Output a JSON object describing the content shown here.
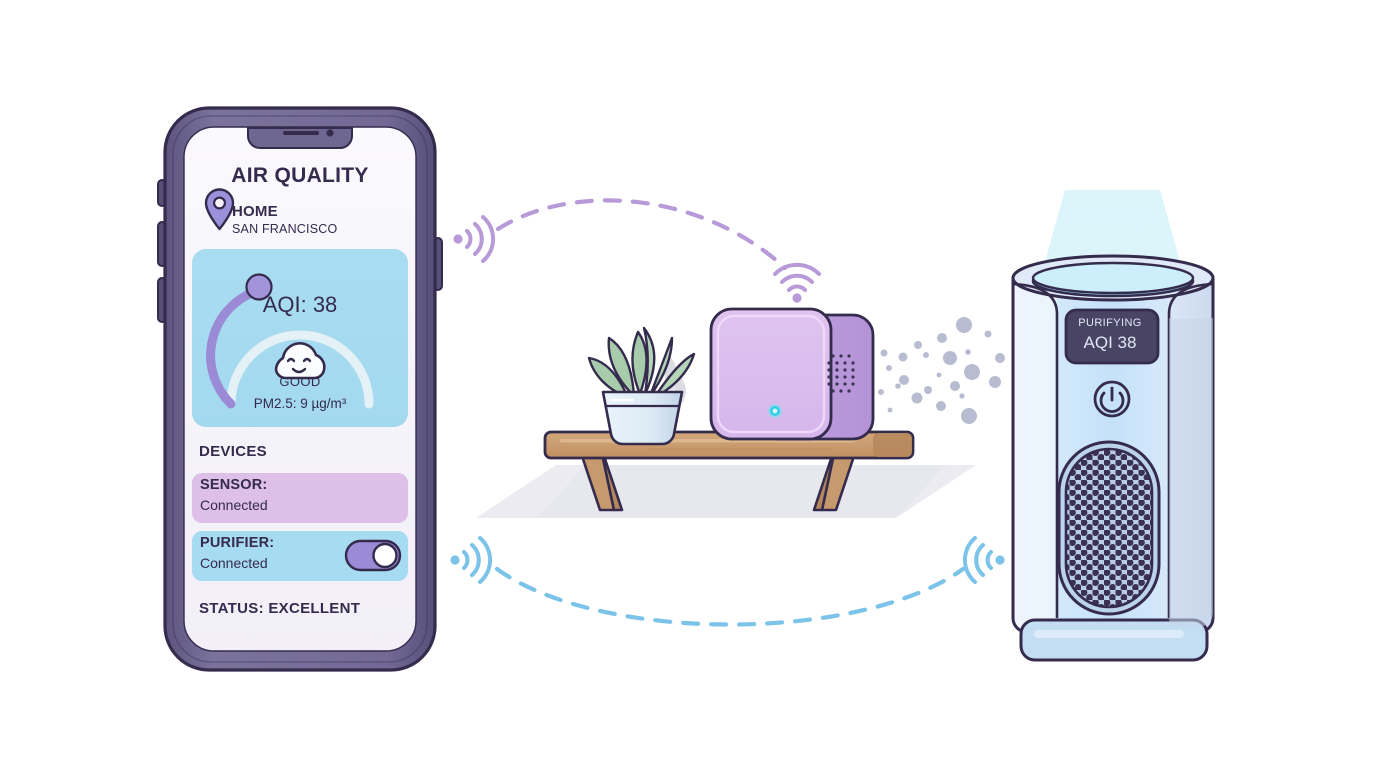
{
  "app": {
    "title": "AIR QUALITY",
    "location": {
      "name": "HOME",
      "city": "SAN FRANCISCO",
      "pin_icon": "location-pin-icon"
    },
    "aqi_card": {
      "value_label": "AQI: 38",
      "aqi_number": 38,
      "quality_label": "GOOD",
      "pm_label": "PM2.5: 9 µg/m³",
      "face_icon": "smiling-cloud-icon",
      "gauge_fill_color": "#9b8ad6",
      "gauge_track_color": "#e4f2f7",
      "card_bg_color": "#a9dcf0"
    },
    "devices_header": "DEVICES",
    "devices": [
      {
        "name_label": "SENSOR:",
        "status_label": "Connected",
        "bg_color": "#ddbfe8",
        "has_toggle": false
      },
      {
        "name_label": "PURIFIER:",
        "status_label": "Connected",
        "bg_color": "#a6dbf2",
        "has_toggle": true,
        "toggle_on": true,
        "toggle_color": "#9b8ad6"
      }
    ],
    "status_line": "STATUS: EXCELLENT"
  },
  "purifier": {
    "badge_line1": "PURIFYING",
    "badge_line2": "AQI 38",
    "badge_bg_color": "#4a4464",
    "power_icon": "power-button-icon",
    "grille_icon": "honeycomb-grille-icon",
    "beam_color": "#cdf2f7",
    "body_color": "#e8f2fc"
  },
  "sensor_device": {
    "led_icon": "status-led-icon",
    "speaker_icon": "speaker-grille-icon",
    "body_color": "#d9b8ea"
  },
  "connections": [
    {
      "name": "phone-to-sensor",
      "color": "#b89ad8",
      "style": "dashed-arc-top",
      "left_icon": "wifi-signal-icon",
      "right_icon": "wifi-signal-icon"
    },
    {
      "name": "phone-to-purifier",
      "color": "#7cc3ea",
      "style": "dashed-arc-bottom",
      "left_icon": "wifi-signal-icon",
      "right_icon": "wifi-signal-icon"
    }
  ],
  "decor": {
    "plant_icon": "potted-succulent-icon",
    "shelf_icon": "wall-shelf-icon",
    "particles_icon": "dust-particles-icon"
  },
  "palette": {
    "outline": "#342b4d",
    "phone_frame": "#6e6791",
    "screen_bg": "#f7f5fb",
    "wood": "#c79a6e",
    "plant_green": "#9dc4a0"
  }
}
